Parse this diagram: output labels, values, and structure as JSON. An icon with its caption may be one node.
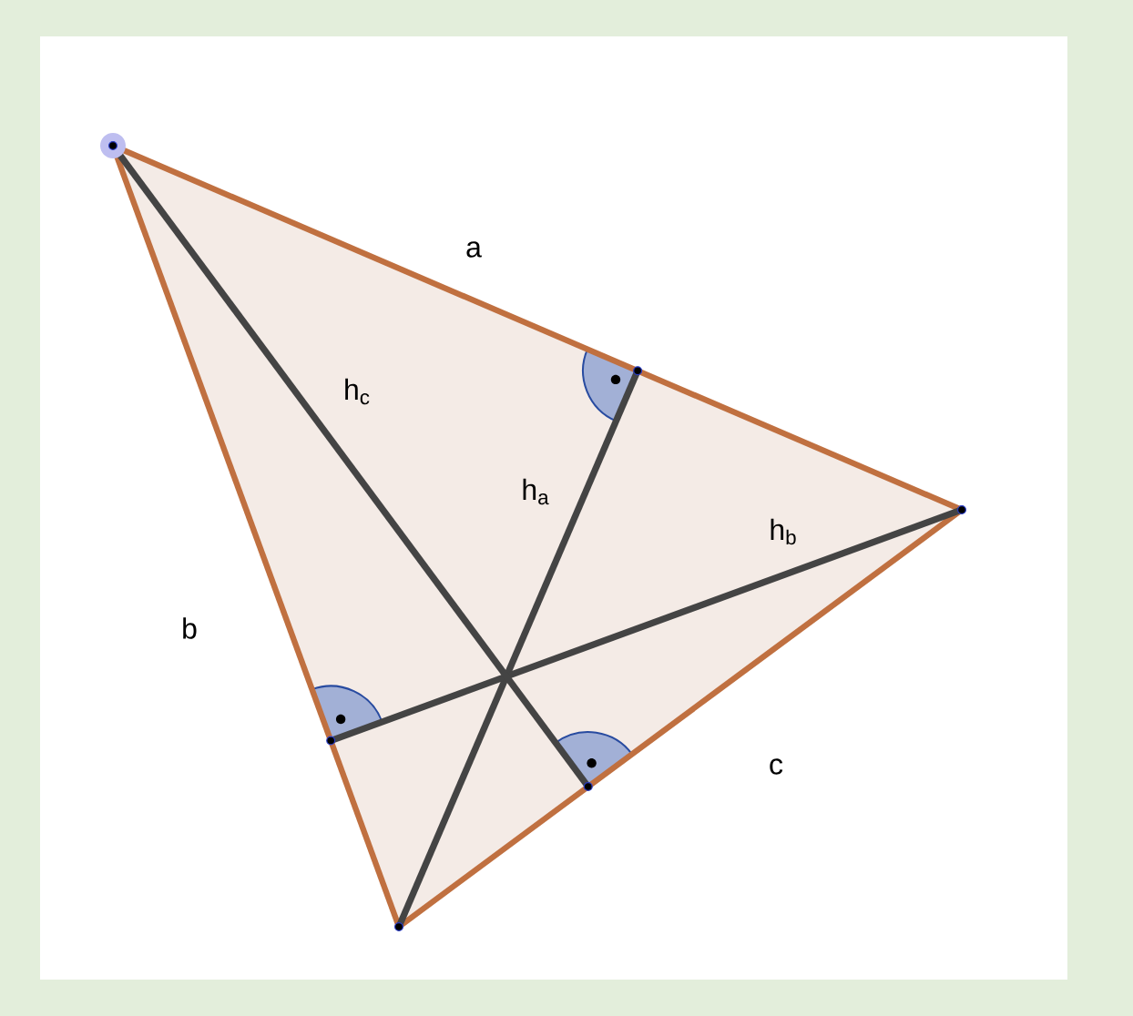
{
  "diagram": {
    "labels": [
      "a",
      "h$_{c}$",
      "h$_{a}$",
      "h$_{b}$",
      "b",
      "c"
    ]
  }
}
